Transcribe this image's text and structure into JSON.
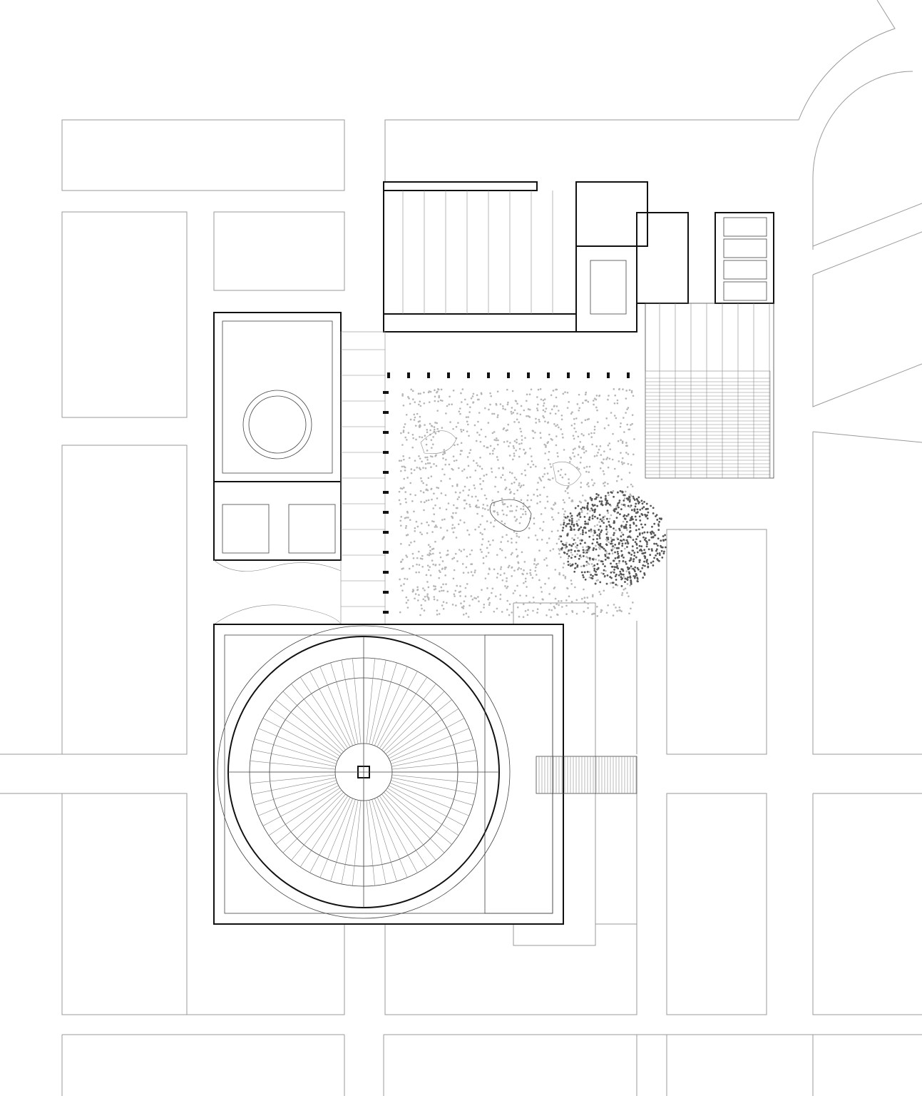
{
  "plan": {
    "type": "architectural site floor plan",
    "colors": {
      "background": "#ffffff",
      "site_lines": "#9a9a9a",
      "walls": "#111111",
      "details": "#444444",
      "vegetation_light": "#b5b5b5",
      "vegetation_dark": "#555555"
    },
    "elements": [
      "site-blocks",
      "top-hall",
      "service-rooms",
      "toilet-block",
      "pergola-east",
      "west-pavilion",
      "courtyard-garden",
      "rotunda-building",
      "east-walkway"
    ]
  }
}
